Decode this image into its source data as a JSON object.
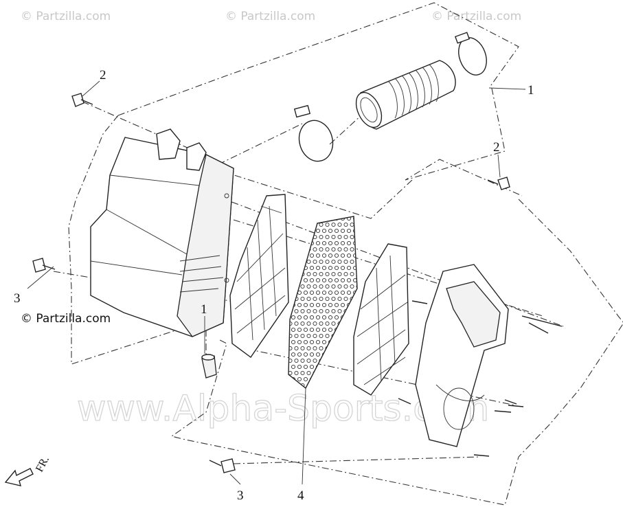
{
  "watermarks": {
    "top_left": "© Partzilla.com",
    "top_center": "© Partzilla.com",
    "top_right": "© Partzilla.com",
    "center_large": "www.Alpha-Sports.com"
  },
  "copyright": "© Partzilla.com",
  "direction_label": "FR.",
  "callouts": {
    "intake_hose": "1",
    "drain_plug": "1",
    "bolt_top_left": "2",
    "bolt_right": "2",
    "bolt_left": "3",
    "bolt_bottom": "3",
    "filter_element": "4"
  }
}
